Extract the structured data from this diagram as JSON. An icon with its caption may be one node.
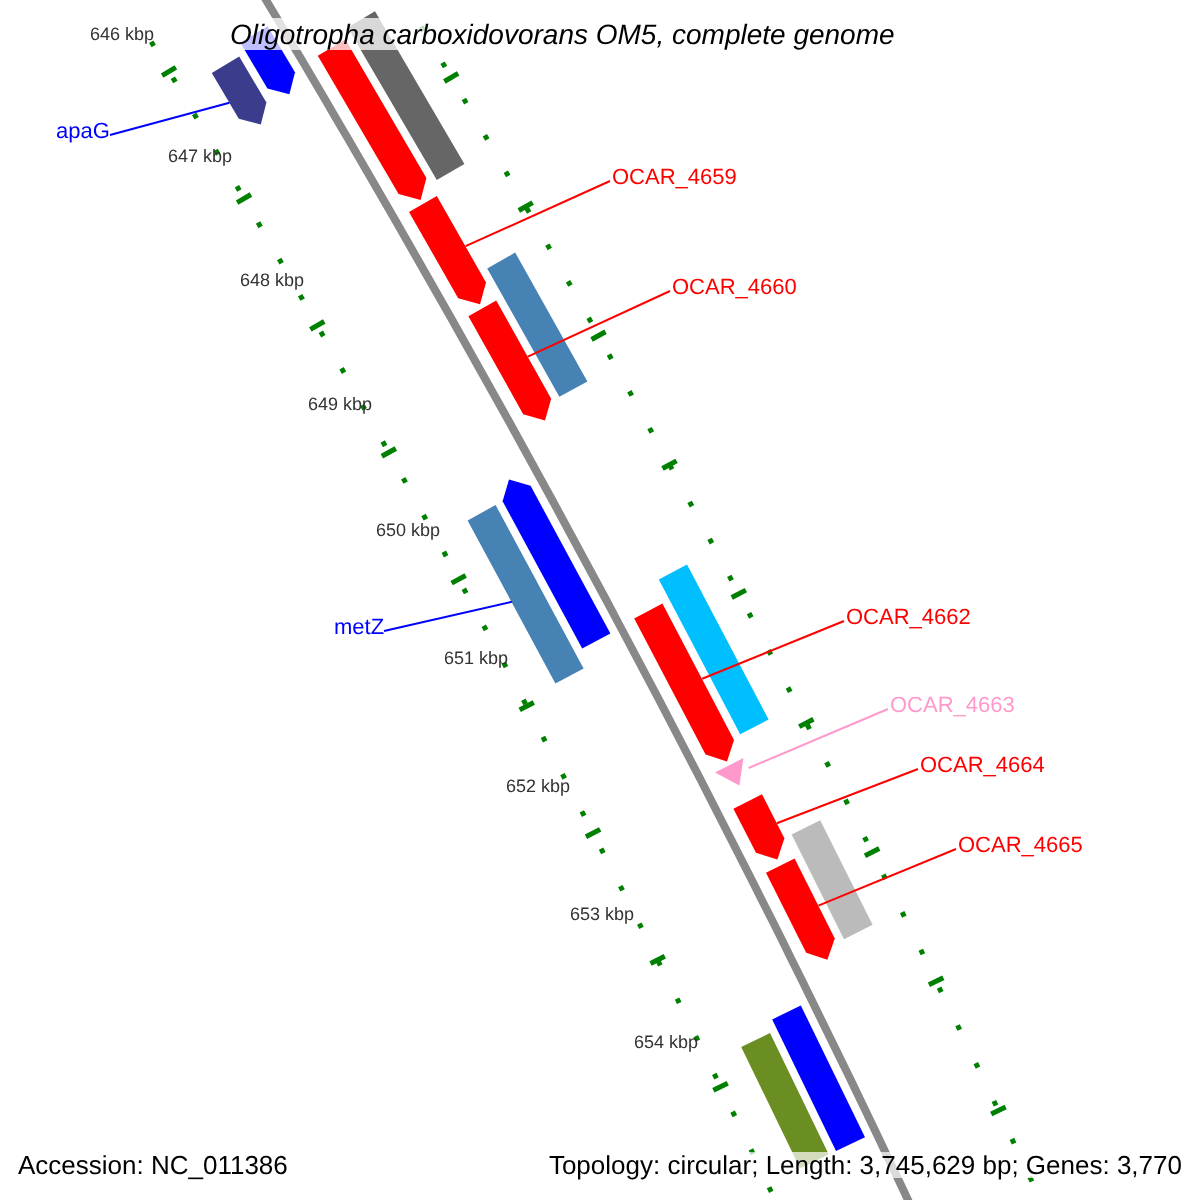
{
  "diagram": {
    "title": "Oligotropha carboxidovorans OM5, complete genome",
    "nodes": [
      {
        "text": [
          "apaG"
        ]
      },
      {
        "text": [],
        "shape": "arrow"
      },
      {
        "text": [],
        "shape": "arrow"
      },
      {
        "text": [],
        "shape": "bar"
      },
      {
        "text": [],
        "shape": "arrow"
      },
      {
        "text": [
          "OCAR_4659"
        ]
      },
      {
        "text": [],
        "shape": "arrow"
      },
      {
        "text": [],
        "shape": "bar"
      },
      {
        "text": [
          "OCAR_4660"
        ]
      },
      {
        "text": [],
        "shape": "arrow"
      },
      {
        "text": [],
        "shape": "arrow"
      },
      {
        "text": [
          "metZ"
        ]
      },
      {
        "text": [],
        "shape": "bar"
      },
      {
        "text": [],
        "shape": "bar"
      },
      {
        "text": [
          "OCAR_4662"
        ]
      },
      {
        "text": [],
        "shape": "arrow"
      },
      {
        "text": [
          "OCAR_4663"
        ]
      },
      {
        "text": [],
        "shape": "triangle"
      },
      {
        "text": [
          "OCAR_4664"
        ]
      },
      {
        "text": [],
        "shape": "arrow"
      },
      {
        "text": [],
        "shape": "bar"
      },
      {
        "text": [
          "OCAR_4665"
        ]
      },
      {
        "text": [],
        "shape": "arrow"
      },
      {
        "text": [],
        "shape": "bar"
      },
      {
        "text": [],
        "shape": "bar"
      }
    ],
    "edges": [
      {
        "from": 0,
        "to": 2,
        "arrow": "none",
        "color": "#0000ff"
      },
      {
        "from": 5,
        "to": 6,
        "arrow": "none"
      },
      {
        "from": 8,
        "to": 9,
        "arrow": "none"
      },
      {
        "from": 11,
        "to": 12,
        "arrow": "none",
        "color": "#0000ff"
      },
      {
        "from": 14,
        "to": 15,
        "arrow": "none"
      },
      {
        "from": 16,
        "to": 17,
        "arrow": "none",
        "color": "#ff99cc"
      },
      {
        "from": 18,
        "to": 19,
        "arrow": "none"
      },
      {
        "from": 21,
        "to": 22,
        "arrow": "none"
      }
    ],
    "labels": [
      "646 kbp",
      "647 kbp",
      "648 kbp",
      "649 kbp",
      "650 kbp",
      "651 kbp",
      "652 kbp",
      "653 kbp",
      "654 kbp",
      "Accession: NC_011386",
      "Topology: circular; Length: 3,745,629 bp; Genes: 3,770"
    ]
  }
}
